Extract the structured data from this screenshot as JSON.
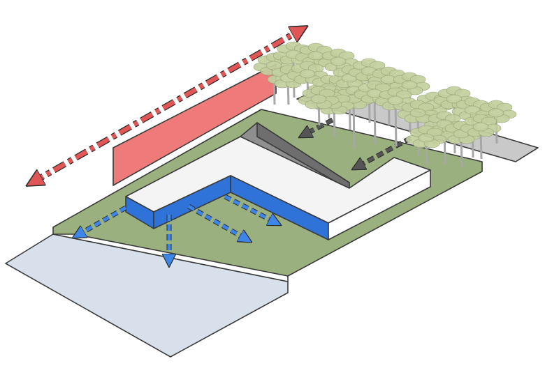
{
  "colors": {
    "site": "#9bb07f",
    "water": "#d8e0ec",
    "building_roof": "#f4f4f4",
    "building_facade_blue": "#2f73d8",
    "building_facade_white": "#ffffff",
    "noise_wall": "#ef7a7a",
    "noise_arrow": "#e05555",
    "view_arrow": "#3d86e8",
    "access_arrow": "#555555",
    "road": "#c9c9c9",
    "palm": "#c3cf9e",
    "palm_trunk": "#b9b9b9"
  },
  "icons": {
    "noise_direction": "double-headed-dashed-arrow",
    "views_to_water": "dashed-arrow",
    "access_from_road": "dashed-arrow"
  }
}
